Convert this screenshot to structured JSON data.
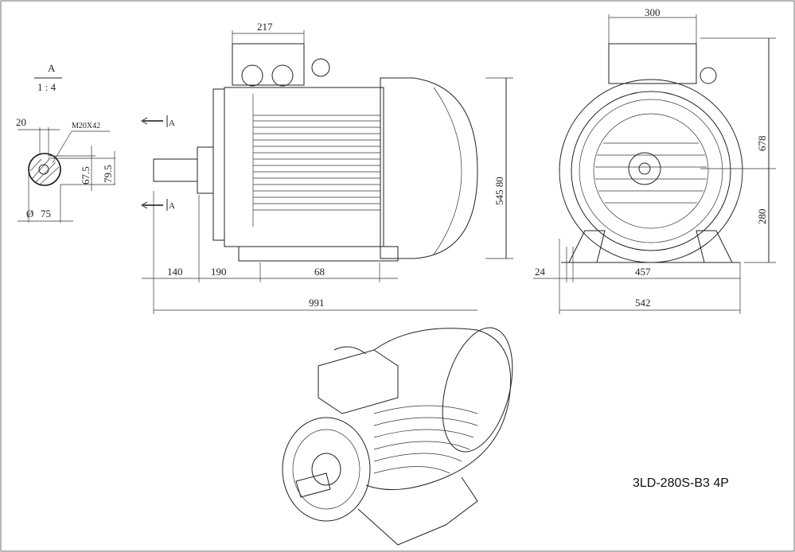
{
  "detail_view": {
    "section_label": "A",
    "scale": "1 : 4",
    "key_width": "20",
    "thread": "M20X42",
    "height_1": "67.5",
    "height_2": "79.5",
    "diameter_symbol": "Ø",
    "diameter": "75"
  },
  "side_view": {
    "section_marker_top": "A",
    "section_marker_bottom": "A",
    "terminal_box_width": "217",
    "overall_height": "545 80",
    "dim_shaft": "140",
    "dim_foot_offset": "190",
    "dim_foot_span": "68",
    "overall_length": "991"
  },
  "front_view": {
    "top_width": "300",
    "total_height": "678",
    "shaft_height": "280",
    "foot_thickness": "24",
    "foot_hole_span": "457",
    "foot_width": "542"
  },
  "model_label": "3LD-280S-B3 4P"
}
